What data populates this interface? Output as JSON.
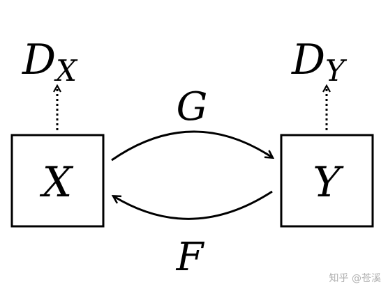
{
  "nodes": {
    "x": {
      "label": "X"
    },
    "y": {
      "label": "Y"
    }
  },
  "discriminators": {
    "dx": {
      "base": "D",
      "sub": "X"
    },
    "dy": {
      "base": "D",
      "sub": "Y"
    }
  },
  "mappings": {
    "g": {
      "label": "G"
    },
    "f": {
      "label": "F"
    }
  },
  "watermark": {
    "text": "知乎 @苍溪"
  },
  "colors": {
    "ink": "#000000",
    "watermark": "#b0b0b0"
  }
}
